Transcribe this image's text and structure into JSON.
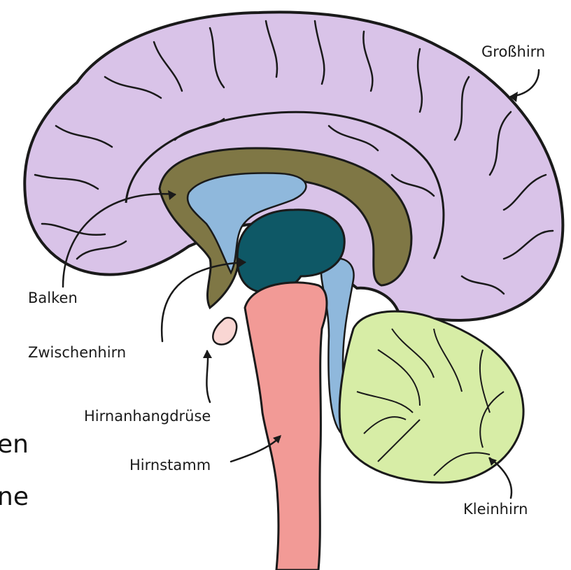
{
  "labels": {
    "cerebrum": "Großhirn",
    "corpus_callosum": "Balken",
    "diencephalon": "Zwischenhirn",
    "pituitary": "Hirnanhangdrüse",
    "brainstem": "Hirnstamm",
    "cerebellum": "Kleinhirn"
  },
  "background_text": {
    "line1": "en",
    "line2": "ne"
  },
  "colors": {
    "cerebrum": "#d9c3e8",
    "corpus_callosum": "#7f7745",
    "ventricle": "#8fb8dc",
    "diencephalon": "#0e5866",
    "brainstem": "#f29a96",
    "pituitary": "#f9d6d3",
    "cerebellum": "#d7eda6",
    "outline": "#1a1a1a"
  }
}
